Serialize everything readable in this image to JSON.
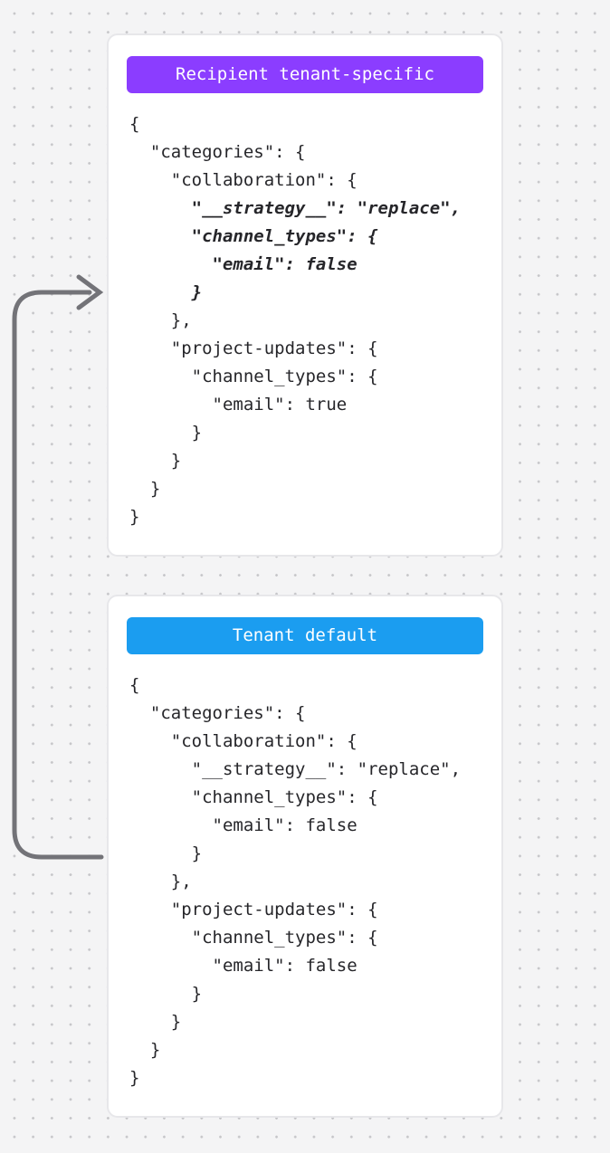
{
  "page": {
    "background_color": "#f4f4f5",
    "dot_color": "#c6c6c9"
  },
  "arrow": {
    "icon": "curved-arrow-icon",
    "color": "#737378"
  },
  "cards": [
    {
      "badge": {
        "label": "Recipient tenant-specific",
        "color": "#8b3dff"
      },
      "code_lines": [
        {
          "text": "{",
          "emphasis": false
        },
        {
          "text": "  \"categories\": {",
          "emphasis": false
        },
        {
          "text": "    \"collaboration\": {",
          "emphasis": false
        },
        {
          "text": "      \"__strategy__\": \"replace\",",
          "emphasis": true
        },
        {
          "text": "      \"channel_types\": {",
          "emphasis": true
        },
        {
          "text": "        \"email\": false",
          "emphasis": true
        },
        {
          "text": "      }",
          "emphasis": true
        },
        {
          "text": "    },",
          "emphasis": false
        },
        {
          "text": "    \"project-updates\": {",
          "emphasis": false
        },
        {
          "text": "      \"channel_types\": {",
          "emphasis": false
        },
        {
          "text": "        \"email\": true",
          "emphasis": false
        },
        {
          "text": "      }",
          "emphasis": false
        },
        {
          "text": "    }",
          "emphasis": false
        },
        {
          "text": "  }",
          "emphasis": false
        },
        {
          "text": "}",
          "emphasis": false
        }
      ]
    },
    {
      "badge": {
        "label": "Tenant default",
        "color": "#1b9df0"
      },
      "code_lines": [
        {
          "text": "{",
          "emphasis": false
        },
        {
          "text": "  \"categories\": {",
          "emphasis": false
        },
        {
          "text": "    \"collaboration\": {",
          "emphasis": false
        },
        {
          "text": "      \"__strategy__\": \"replace\",",
          "emphasis": false
        },
        {
          "text": "      \"channel_types\": {",
          "emphasis": false
        },
        {
          "text": "        \"email\": false",
          "emphasis": false
        },
        {
          "text": "      }",
          "emphasis": false
        },
        {
          "text": "    },",
          "emphasis": false
        },
        {
          "text": "    \"project-updates\": {",
          "emphasis": false
        },
        {
          "text": "      \"channel_types\": {",
          "emphasis": false
        },
        {
          "text": "        \"email\": false",
          "emphasis": false
        },
        {
          "text": "      }",
          "emphasis": false
        },
        {
          "text": "    }",
          "emphasis": false
        },
        {
          "text": "  }",
          "emphasis": false
        },
        {
          "text": "}",
          "emphasis": false
        }
      ]
    }
  ]
}
